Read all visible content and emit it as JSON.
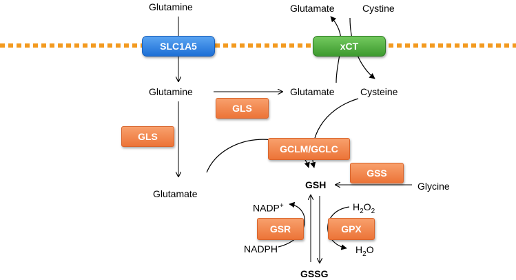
{
  "colors": {
    "membrane": "#f39a1f",
    "enzyme": "#ef7a3f",
    "slc1a5": "#2c7fe0",
    "xct": "#4caf3a",
    "arrow": "#000000"
  },
  "transporters": {
    "slc1a5": "SLC1A5",
    "xct": "xCT"
  },
  "metabolites": {
    "glutamine_out": "Glutamine",
    "glutamate_out": "Glutamate",
    "cystine_out": "Cystine",
    "glutamine_in": "Glutamine",
    "glutamate_mid": "Glutamate",
    "cysteine": "Cysteine",
    "glutamate_low": "Glutamate",
    "gsh": "GSH",
    "glycine": "Glycine",
    "gssg": "GSSG"
  },
  "cofactors": {
    "nadp": "NADP",
    "nadp_sup": "+",
    "nadph": "NADPH",
    "h2o2_main": "H",
    "h2o2_sub1": "2",
    "h2o2_o": "O",
    "h2o2_sub2": "2",
    "h2o_main": "H",
    "h2o_sub": "2",
    "h2o_o": "O"
  },
  "enzymes": {
    "gls_top": "GLS",
    "gls_left": "GLS",
    "gclm_gclc": "GCLM/GCLC",
    "gss": "GSS",
    "gsr": "GSR",
    "gpx": "GPX"
  }
}
